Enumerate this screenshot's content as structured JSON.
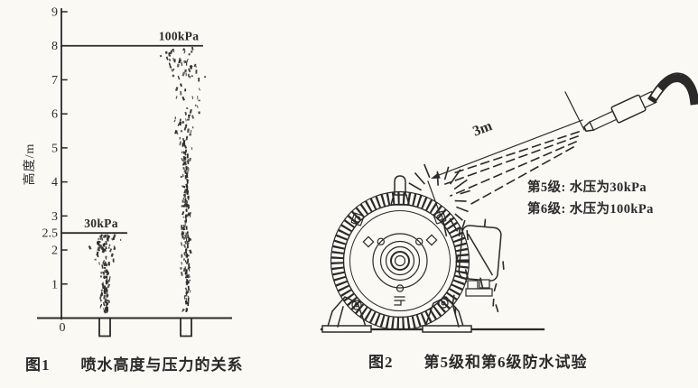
{
  "page": {
    "ink_color": "#2b2a28",
    "paper_color": "#faf9f4"
  },
  "figure1": {
    "caption_label": "图1",
    "caption_title": "喷水高度与压力的关系"
  },
  "figure2": {
    "caption_label": "图2",
    "caption_title": "第5级和第6级防水试验",
    "distance_label": "3m",
    "legend": [
      "第5级: 水压为30kPa",
      "第6级: 水压为100kPa"
    ]
  },
  "chart_data": {
    "type": "scatter",
    "title": "喷水高度与压力的关系",
    "ylabel": "高度/m",
    "ylim": [
      0,
      9
    ],
    "yticks": [
      0,
      1,
      2,
      2.5,
      3,
      4,
      5,
      6,
      7,
      8,
      9
    ],
    "grid": false,
    "legend_position": "none",
    "series": [
      {
        "name": "30kPa",
        "pressure_kPa": 30,
        "spray_height_m": 2.5,
        "annotation": "30kPa"
      },
      {
        "name": "100kPa",
        "pressure_kPa": 100,
        "spray_height_m": 8,
        "annotation": "100kPa"
      }
    ]
  }
}
